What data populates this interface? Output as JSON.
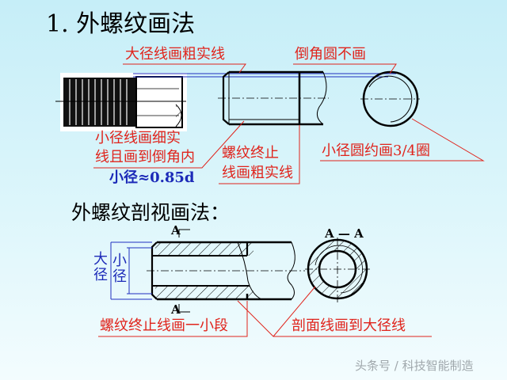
{
  "title": "1. 外螺纹画法",
  "top_view": {
    "major_dia_label": "大径线画粗实线",
    "chamfer_circle_label": "倒角圆不画",
    "minor_dia_label_line1": "小径线画细实",
    "minor_dia_label_line2": "线且画到倒角内",
    "minor_dia_formula": "小径≈0.85d",
    "thread_end_label_line1": "螺纹终止",
    "thread_end_label_line2": "线画粗实线",
    "minor_circle_label": "小径圆约画3/4圈"
  },
  "section_view": {
    "heading": "外螺纹剖视画法：",
    "section_mark_top": "A",
    "section_mark_bottom": "A",
    "section_title": "A — A",
    "major_dia": "大径",
    "minor_dia": "小径",
    "thread_end_label": "螺纹终止线画一小段",
    "hatch_label": "剖面线画到大径线"
  },
  "watermark": "头条号 / 科技智能制造",
  "colors": {
    "label": "#e0241c",
    "dimension": "#1c2ab8",
    "line": "#000000"
  }
}
